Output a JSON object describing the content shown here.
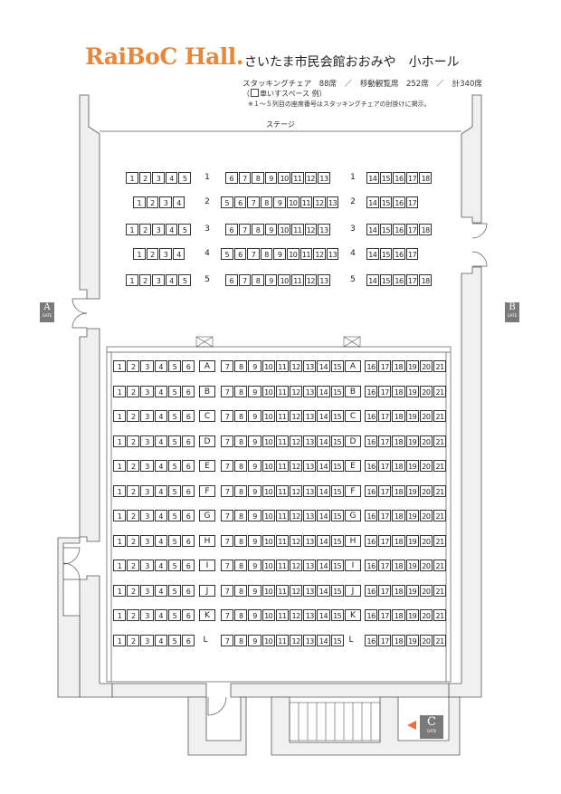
{
  "header": {
    "logo": "RaiBoC Hall.",
    "title": "さいたま市民会館おおみや　小ホール",
    "stacking_label": "スタッキングチェア　88席",
    "divider1": "／",
    "fixed_label": "移動観覧席　252席",
    "divider2": "／",
    "total_label": "計340席",
    "legend_open": "（",
    "legend_text": "車いすスペース 例）",
    "note": "※１～５列目の座席番号はスタッキングチェアの肘掛けに掲示。"
  },
  "stage": {
    "label": "ステージ"
  },
  "gates": [
    {
      "letter": "A",
      "sub": "GATE"
    },
    {
      "letter": "B",
      "sub": "GATE"
    },
    {
      "letter": "C",
      "sub": "GATE"
    }
  ],
  "front_rows": [
    {
      "label": "1",
      "left": [
        "1",
        "2",
        "3",
        "4",
        "5"
      ],
      "center": [
        "6",
        "7",
        "8",
        "9",
        "10",
        "11",
        "12",
        "13"
      ],
      "right": [
        "14",
        "15",
        "16",
        "17",
        "18"
      ]
    },
    {
      "label": "2",
      "left": [
        "1",
        "2",
        "3",
        "4"
      ],
      "center": [
        "5",
        "6",
        "7",
        "8",
        "9",
        "10",
        "11",
        "12",
        "13"
      ],
      "right": [
        "14",
        "15",
        "16",
        "17"
      ]
    },
    {
      "label": "3",
      "left": [
        "1",
        "2",
        "3",
        "4",
        "5"
      ],
      "center": [
        "6",
        "7",
        "8",
        "9",
        "10",
        "11",
        "12",
        "13"
      ],
      "right": [
        "14",
        "15",
        "16",
        "17",
        "18"
      ]
    },
    {
      "label": "4",
      "left": [
        "1",
        "2",
        "3",
        "4"
      ],
      "center": [
        "5",
        "6",
        "7",
        "8",
        "9",
        "10",
        "11",
        "12",
        "13"
      ],
      "right": [
        "14",
        "15",
        "16",
        "17"
      ]
    },
    {
      "label": "5",
      "left": [
        "1",
        "2",
        "3",
        "4",
        "5"
      ],
      "center": [
        "6",
        "7",
        "8",
        "9",
        "10",
        "11",
        "12",
        "13"
      ],
      "right": [
        "14",
        "15",
        "16",
        "17",
        "18"
      ]
    }
  ],
  "tier_rows": [
    {
      "label": "A",
      "left": [
        "1",
        "2",
        "3",
        "4",
        "5",
        "6"
      ],
      "center": [
        "7",
        "8",
        "9",
        "10",
        "11",
        "12",
        "13",
        "14",
        "15"
      ],
      "right": [
        "16",
        "17",
        "18",
        "19",
        "20",
        "21"
      ]
    },
    {
      "label": "B",
      "left": [
        "1",
        "2",
        "3",
        "4",
        "5",
        "6"
      ],
      "center": [
        "7",
        "8",
        "9",
        "10",
        "11",
        "12",
        "13",
        "14",
        "15"
      ],
      "right": [
        "16",
        "17",
        "18",
        "19",
        "20",
        "21"
      ]
    },
    {
      "label": "C",
      "left": [
        "1",
        "2",
        "3",
        "4",
        "5",
        "6"
      ],
      "center": [
        "7",
        "8",
        "9",
        "10",
        "11",
        "12",
        "13",
        "14",
        "15"
      ],
      "right": [
        "16",
        "17",
        "18",
        "19",
        "20",
        "21"
      ]
    },
    {
      "label": "D",
      "left": [
        "1",
        "2",
        "3",
        "4",
        "5",
        "6"
      ],
      "center": [
        "7",
        "8",
        "9",
        "10",
        "11",
        "12",
        "13",
        "14",
        "15"
      ],
      "right": [
        "16",
        "17",
        "18",
        "19",
        "20",
        "21"
      ]
    },
    {
      "label": "E",
      "left": [
        "1",
        "2",
        "3",
        "4",
        "5",
        "6"
      ],
      "center": [
        "7",
        "8",
        "9",
        "10",
        "11",
        "12",
        "13",
        "14",
        "15"
      ],
      "right": [
        "16",
        "17",
        "18",
        "19",
        "20",
        "21"
      ]
    },
    {
      "label": "F",
      "left": [
        "1",
        "2",
        "3",
        "4",
        "5",
        "6"
      ],
      "center": [
        "7",
        "8",
        "9",
        "10",
        "11",
        "12",
        "13",
        "14",
        "15"
      ],
      "right": [
        "16",
        "17",
        "18",
        "19",
        "20",
        "21"
      ]
    },
    {
      "label": "G",
      "left": [
        "1",
        "2",
        "3",
        "4",
        "5",
        "6"
      ],
      "center": [
        "7",
        "8",
        "9",
        "10",
        "11",
        "12",
        "13",
        "14",
        "15"
      ],
      "right": [
        "16",
        "17",
        "18",
        "19",
        "20",
        "21"
      ]
    },
    {
      "label": "H",
      "left": [
        "1",
        "2",
        "3",
        "4",
        "5",
        "6"
      ],
      "center": [
        "7",
        "8",
        "9",
        "10",
        "11",
        "12",
        "13",
        "14",
        "15"
      ],
      "right": [
        "16",
        "17",
        "18",
        "19",
        "20",
        "21"
      ]
    },
    {
      "label": "I",
      "left": [
        "1",
        "2",
        "3",
        "4",
        "5",
        "6"
      ],
      "center": [
        "7",
        "8",
        "9",
        "10",
        "11",
        "12",
        "13",
        "14",
        "15"
      ],
      "right": [
        "16",
        "17",
        "18",
        "19",
        "20",
        "21"
      ]
    },
    {
      "label": "J",
      "left": [
        "1",
        "2",
        "3",
        "4",
        "5",
        "6"
      ],
      "center": [
        "7",
        "8",
        "9",
        "10",
        "11",
        "12",
        "13",
        "14",
        "15"
      ],
      "right": [
        "16",
        "17",
        "18",
        "19",
        "20",
        "21"
      ]
    },
    {
      "label": "K",
      "left": [
        "1",
        "2",
        "3",
        "4",
        "5",
        "6"
      ],
      "center": [
        "7",
        "8",
        "9",
        "10",
        "11",
        "12",
        "13",
        "14",
        "15"
      ],
      "right": [
        "16",
        "17",
        "18",
        "19",
        "20",
        "21"
      ]
    },
    {
      "label": "L",
      "left": [
        "1",
        "2",
        "3",
        "4",
        "5",
        "6"
      ],
      "center": [
        "7",
        "8",
        "9",
        "10",
        "11",
        "12",
        "13",
        "14",
        "15"
      ],
      "right": [
        "16",
        "17",
        "18",
        "19",
        "20",
        "21"
      ]
    }
  ],
  "colors": {
    "logo": "#e8873a",
    "wall": "#f0f0f0",
    "line": "#555555",
    "gate_bg": "#7a7a7a",
    "arrow": "#e8703a"
  }
}
